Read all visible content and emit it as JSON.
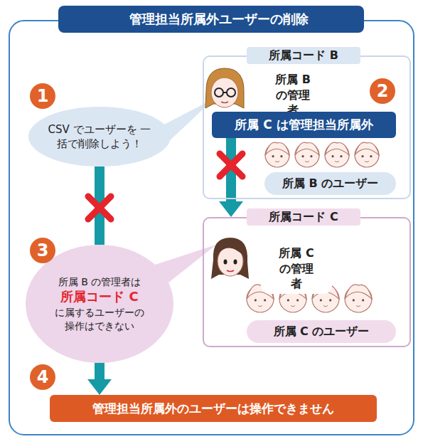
{
  "diagram": {
    "title": "管理担当所属外ユーザーの削除",
    "nodes": [
      {
        "text": [
          "所属コード B"
        ]
      },
      {
        "text": [
          "所属 B の管理者"
        ],
        "in": 0
      },
      {
        "text": [
          "所属 C は管理担当所属外"
        ],
        "in": 0
      },
      {
        "text": [
          "所属 B のユーザー"
        ],
        "in": 0
      },
      {
        "text": [
          "所属コード C"
        ]
      },
      {
        "text": [
          "所属 C の管理者"
        ],
        "in": 4
      },
      {
        "text": [
          "所属 C のユーザー"
        ],
        "in": 4
      },
      {
        "text": [
          "CSV でユーザーを 一括で削除しよう！"
        ]
      },
      {
        "text": [
          "所属 B の管理者は",
          "所属コード C",
          "に属するユーザーの 操作はできない"
        ]
      },
      {
        "text": [
          "管理担当所属外のユーザーは操作できません"
        ]
      }
    ],
    "edges": [
      {
        "from": 2,
        "to": 4,
        "arrow": "to"
      },
      {
        "from": 7,
        "to": 8,
        "arrow": "none"
      },
      {
        "from": 8,
        "to": 9,
        "arrow": "to"
      }
    ],
    "labels": [
      "1",
      "2",
      "3",
      "4"
    ]
  }
}
